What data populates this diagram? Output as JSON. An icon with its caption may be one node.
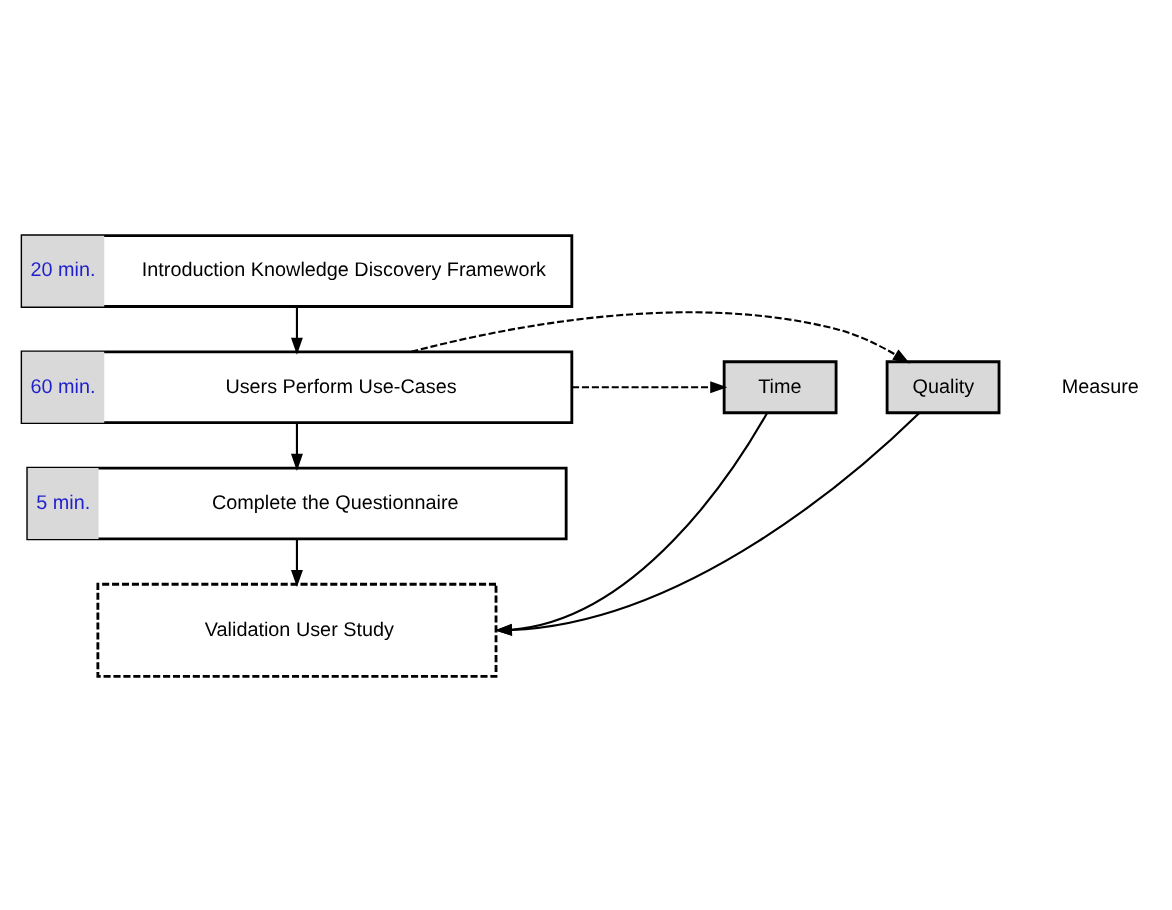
{
  "diagram": {
    "nodes": [
      {
        "text": [
          "20 min.",
          "Introduction Knowledge Discovery Framework"
        ]
      },
      {
        "text": [
          "60 min.",
          "Users Perform Use-Cases"
        ]
      },
      {
        "text": [
          "5 min.",
          "Complete the Questionnaire"
        ]
      },
      {
        "text": [
          "Validation User Study"
        ]
      },
      {
        "text": [
          "Quality"
        ]
      },
      {
        "text": [
          "Time"
        ]
      }
    ],
    "edges": [
      {
        "from": 0,
        "to": 1,
        "arrow": "to"
      },
      {
        "from": 1,
        "to": 2,
        "arrow": "to"
      },
      {
        "from": 2,
        "to": 3,
        "arrow": "to"
      },
      {
        "from": 1,
        "to": 4,
        "arrow": "to",
        "style": "dashed"
      },
      {
        "from": 1,
        "to": 5,
        "arrow": "to",
        "style": "dashed"
      },
      {
        "from": 4,
        "to": 3,
        "arrow": "to"
      },
      {
        "from": 5,
        "to": 3,
        "arrow": "to"
      }
    ],
    "labels": [
      "Measure"
    ]
  }
}
